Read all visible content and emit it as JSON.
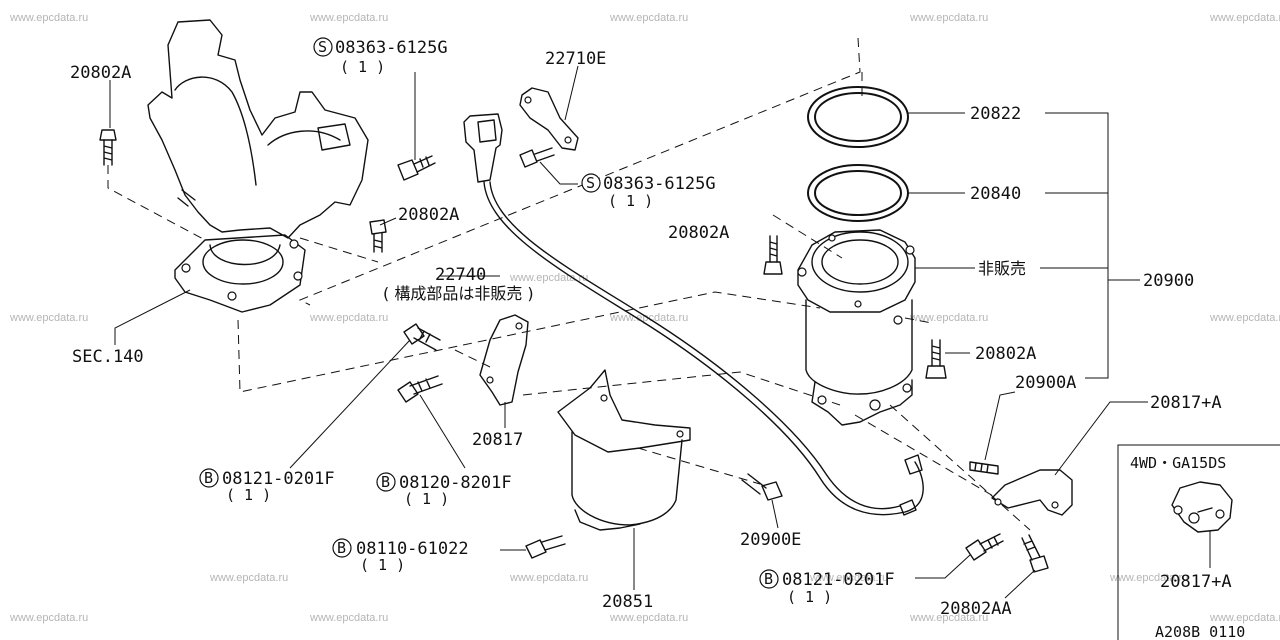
{
  "watermark": "www.epcdata.ru",
  "labels": {
    "p20802A_top": "20802A",
    "bolt_S_top": "08363-6125G",
    "bolt_S_top_qty": "( 1 )",
    "p22710E": "22710E",
    "bolt_S_mid": "08363-6125G",
    "bolt_S_mid_qty": "( 1 )",
    "p20802A_mid": "20802A",
    "p22740": "22740",
    "p22740_note": "( 構成部品は非販売 )",
    "sec140": "SEC.140",
    "p20822": "20822",
    "p20840": "20840",
    "p20802A_right": "20802A",
    "not_sold": "非販売",
    "p20900": "20900",
    "p20802A_lower": "20802A",
    "p20900A": "20900A",
    "p20817A": "20817+A",
    "p20817": "20817",
    "bolt_B1": "08121-0201F",
    "bolt_B1_qty": "( 1 )",
    "bolt_B2": "08120-8201F",
    "bolt_B2_qty": "( 1 )",
    "p20900E": "20900E",
    "bolt_B3": "08110-61022",
    "bolt_B3_qty": "( 1 )",
    "p20851": "20851",
    "bolt_B4": "08121-0201F",
    "bolt_B4_qty": "( 1 )",
    "p20802AA": "20802AA",
    "inset_title": "4WD・GA15DS",
    "inset_part": "20817+A",
    "diagram_code": "A208B 0110"
  },
  "prefix_symbols": {
    "s": "S",
    "b": "B"
  }
}
